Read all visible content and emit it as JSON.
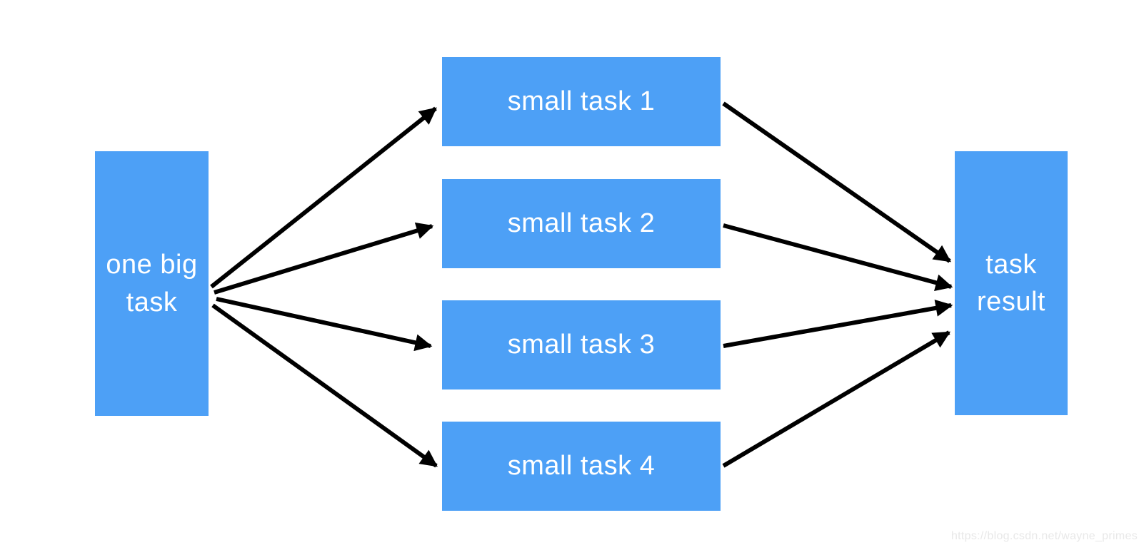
{
  "diagram": {
    "big_task": {
      "label": "one big task"
    },
    "small_tasks": [
      {
        "label": "small task 1"
      },
      {
        "label": "small task 2"
      },
      {
        "label": "small task 3"
      },
      {
        "label": "small task 4"
      }
    ],
    "result": {
      "label": "task result"
    },
    "edges": [
      {
        "from": "one big task",
        "to": "small task 1"
      },
      {
        "from": "one big task",
        "to": "small task 2"
      },
      {
        "from": "one big task",
        "to": "small task 3"
      },
      {
        "from": "one big task",
        "to": "small task 4"
      },
      {
        "from": "small task 1",
        "to": "task result"
      },
      {
        "from": "small task 2",
        "to": "task result"
      },
      {
        "from": "small task 3",
        "to": "task result"
      },
      {
        "from": "small task 4",
        "to": "task result"
      }
    ],
    "colors": {
      "box_fill": "#4da0f6",
      "box_text": "#ffffff",
      "arrow": "#000000",
      "background": "#ffffff",
      "watermark": "#e8e8e8"
    },
    "watermark": {
      "text": "https://blog.csdn.net/wayne_primes"
    }
  }
}
